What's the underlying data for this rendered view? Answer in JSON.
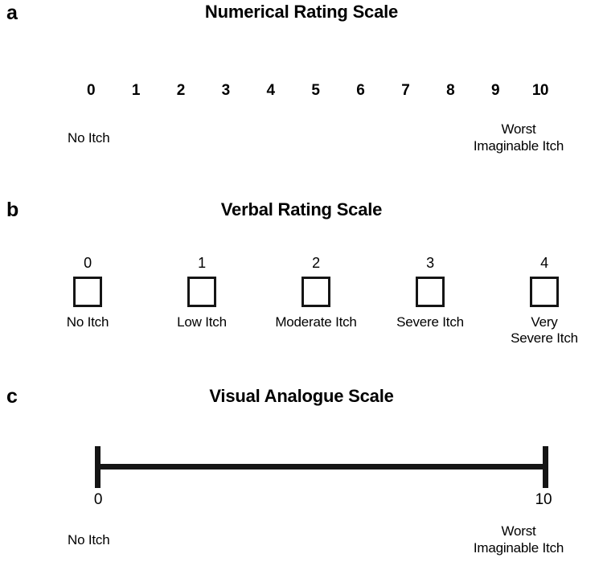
{
  "figure": {
    "background_color": "#ffffff",
    "ink_color": "#151515"
  },
  "chart_data": {
    "type": "table",
    "title": "Itch rating scales",
    "panels": [
      {
        "letter": "a",
        "title": "Numerical Rating Scale",
        "type": "numerical-rating-scale",
        "categories": [
          "0",
          "1",
          "2",
          "3",
          "4",
          "5",
          "6",
          "7",
          "8",
          "9",
          "10"
        ],
        "values": [
          0,
          1,
          2,
          3,
          4,
          5,
          6,
          7,
          8,
          9,
          10
        ],
        "range": [
          0,
          10
        ],
        "anchor_low": "No Itch",
        "anchor_high_line1": "Worst",
        "anchor_high_line2": "Imaginable Itch"
      },
      {
        "letter": "b",
        "title": "Verbal Rating Scale",
        "type": "verbal-rating-scale",
        "categories": [
          "0",
          "1",
          "2",
          "3",
          "4"
        ],
        "values": [
          0,
          1,
          2,
          3,
          4
        ],
        "range": [
          0,
          4
        ],
        "labels": [
          "No Itch",
          "Low Itch",
          "Moderate Itch",
          "Severe Itch",
          "Very\nSevere Itch"
        ]
      },
      {
        "letter": "c",
        "title": "Visual Analogue Scale",
        "type": "visual-analogue-scale",
        "range": [
          0,
          10
        ],
        "min_label": "0",
        "max_label": "10",
        "anchor_low": "No Itch",
        "anchor_high_line1": "Worst",
        "anchor_high_line2": "Imaginable Itch"
      }
    ]
  },
  "panel_a": {
    "letter": "a",
    "title": "Numerical Rating Scale",
    "numbers": [
      "0",
      "1",
      "2",
      "3",
      "4",
      "5",
      "6",
      "7",
      "8",
      "9",
      "10"
    ],
    "anchor_low": "No Itch",
    "anchor_high_line1": "Worst",
    "anchor_high_line2": "Imaginable Itch"
  },
  "panel_b": {
    "letter": "b",
    "title": "Verbal Rating Scale",
    "items": [
      {
        "number": "0",
        "label": "No Itch"
      },
      {
        "number": "1",
        "label": "Low Itch"
      },
      {
        "number": "2",
        "label": "Moderate Itch"
      },
      {
        "number": "3",
        "label": "Severe Itch"
      },
      {
        "number": "4",
        "label": "Very\nSevere Itch"
      }
    ]
  },
  "panel_c": {
    "letter": "c",
    "title": "Visual Analogue Scale",
    "min_label": "0",
    "max_label": "10",
    "anchor_low": "No Itch",
    "anchor_high_line1": "Worst",
    "anchor_high_line2": "Imaginable Itch"
  }
}
